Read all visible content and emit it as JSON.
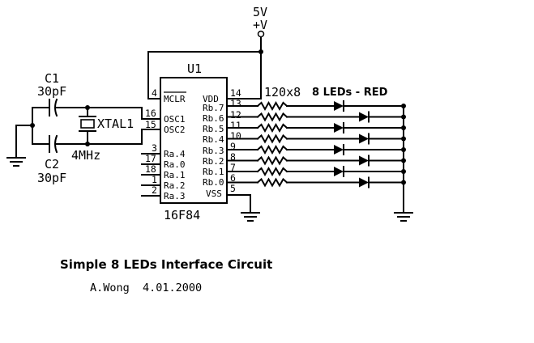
{
  "power": {
    "voltage": "5V",
    "rail": "+V"
  },
  "chip": {
    "ref": "U1",
    "part": "16F84",
    "pins": [
      {
        "num": "4",
        "name": "MCLR"
      },
      {
        "num": "16",
        "name": "OSC1"
      },
      {
        "num": "15",
        "name": "OSC2"
      },
      {
        "num": "3",
        "name": "Ra.4"
      },
      {
        "num": "17",
        "name": "Ra.0"
      },
      {
        "num": "18",
        "name": "Ra.1"
      },
      {
        "num": "1",
        "name": "Ra.2"
      },
      {
        "num": "2",
        "name": "Ra.3"
      },
      {
        "num": "14",
        "name": "VDD"
      },
      {
        "num": "13",
        "name": "Rb.7"
      },
      {
        "num": "12",
        "name": "Rb.6"
      },
      {
        "num": "11",
        "name": "Rb.5"
      },
      {
        "num": "10",
        "name": "Rb.4"
      },
      {
        "num": "9",
        "name": "Rb.3"
      },
      {
        "num": "8",
        "name": "Rb.2"
      },
      {
        "num": "7",
        "name": "Rb.1"
      },
      {
        "num": "6",
        "name": "Rb.0"
      },
      {
        "num": "5",
        "name": "VSS"
      }
    ]
  },
  "components": {
    "c1": {
      "ref": "C1",
      "value": "30pF"
    },
    "c2": {
      "ref": "C2",
      "value": "30pF"
    },
    "xtal": {
      "ref": "XTAL1",
      "value": "4MHz"
    },
    "resistors": {
      "label": "120x8"
    },
    "leds": {
      "label": "8 LEDs - RED"
    }
  },
  "footer": {
    "title": "Simple 8 LEDs Interface Circuit",
    "author_date": "A.Wong  4.01.2000"
  },
  "colors": {
    "ink": "#000000",
    "background": "#ffffff"
  }
}
